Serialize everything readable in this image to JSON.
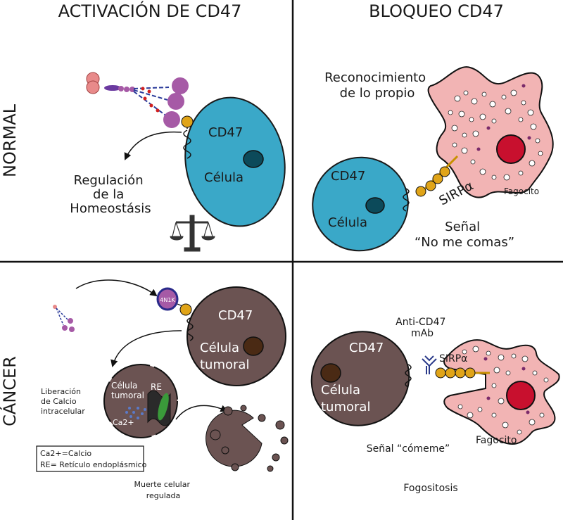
{
  "headers": {
    "left": "ACTIVACIÓN DE CD47",
    "right": "BLOQUEO CD47"
  },
  "side_labels": {
    "top": "NORMAL",
    "bottom": "CÁNCER"
  },
  "q1": {
    "cd47": "CD47",
    "cell": "Célula",
    "regulation": [
      "Regulación",
      "de la",
      "Homeostásis"
    ]
  },
  "q2": {
    "recognition": [
      "Reconocimiento",
      "de lo propio"
    ],
    "cd47": "CD47",
    "cell": "Célula",
    "sirpa": "SIRPα",
    "phagocyte": "Fagocito",
    "signal": [
      "Señal",
      "“No me comas”"
    ]
  },
  "q3": {
    "ligand": "4N1K",
    "cd47": "CD47",
    "tumor_cell": [
      "Célula",
      "tumoral"
    ],
    "small_cell": [
      "Célula",
      "tumoral"
    ],
    "re": "RE",
    "ca": "Ca2+",
    "release": [
      "Liberación",
      "de Calcio",
      "intracelular"
    ],
    "legend": [
      "Ca2+=Calcio",
      "RE= Retículo endoplásmico"
    ],
    "death": [
      "Muerte celular",
      "regulada"
    ]
  },
  "q4": {
    "antibody": [
      "Anti-CD47",
      "mAb"
    ],
    "cd47": "CD47",
    "tumor_cell": [
      "Célula",
      "tumoral"
    ],
    "sirpa": "SIRPα",
    "phagocyte": "Fagocito",
    "signal": "Señal “cómeme”",
    "phagocytosis": "Fogositosis"
  },
  "colors": {
    "normal_cell": "#3aa8c8",
    "tumor_cell": "#6b5352",
    "phagocyte": "#f2b4b4",
    "nucleus_red": "#c8102e",
    "cd47_ligand": "#e0a418",
    "protein": "#a65aa6"
  }
}
